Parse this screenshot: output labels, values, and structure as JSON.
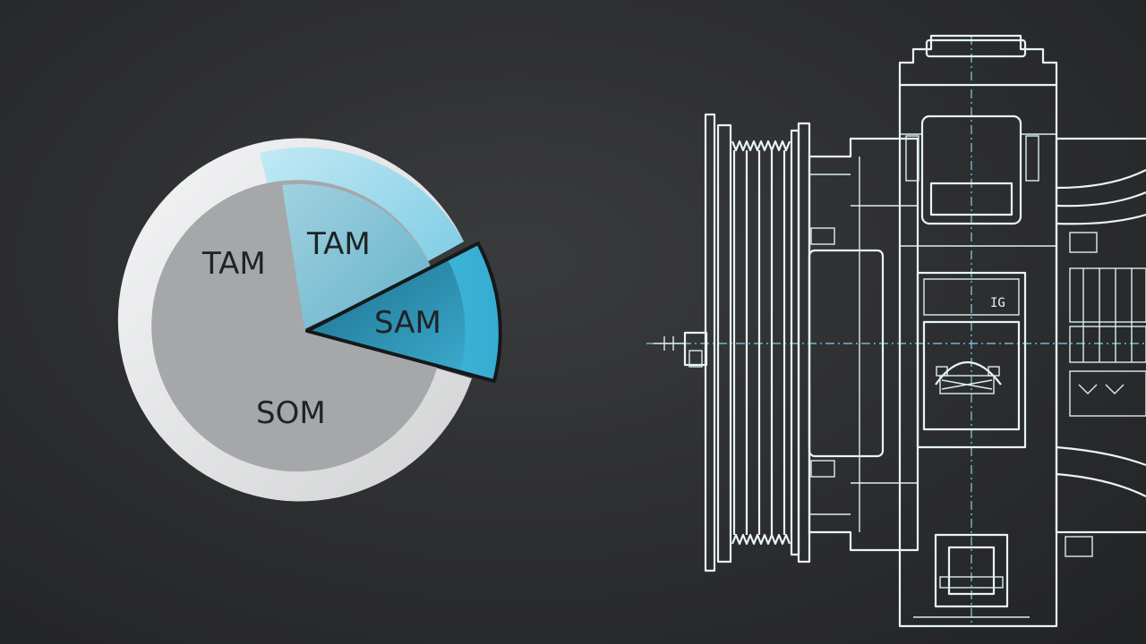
{
  "diagram": {
    "segments": [
      {
        "id": "tam-outer",
        "label": "TAM"
      },
      {
        "id": "tam-inner",
        "label": "TAM"
      },
      {
        "id": "sam",
        "label": "SAM"
      },
      {
        "id": "som",
        "label": "SOM"
      }
    ],
    "colors": {
      "background": "#2c2d2f",
      "outer-ring": "#e4e5e6",
      "tam-gray": "#a6a7a8",
      "tam-blue": "#8fd3e6",
      "sam-blue": "#2a93b5",
      "blueprint-line": "#e8f4f8"
    }
  },
  "illustration": {
    "name": "mechanical-blueprint",
    "panel_text": "IG"
  }
}
